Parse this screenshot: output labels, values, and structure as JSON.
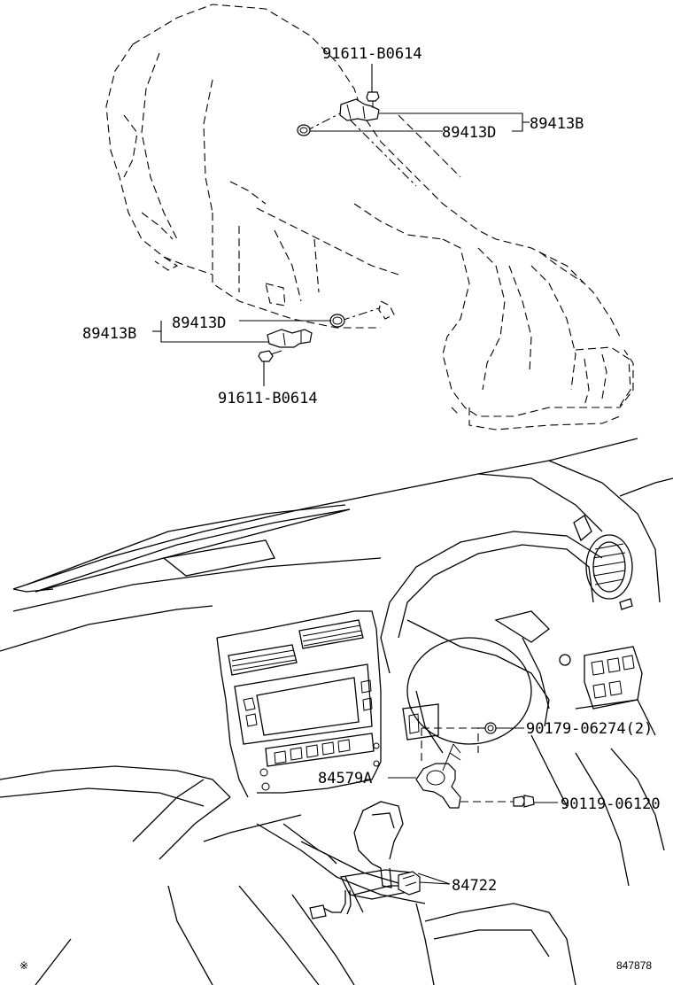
{
  "labels": {
    "bolt_top": "91611-B0614",
    "sensor_top_d": "89413D",
    "sensor_top_b": "89413B",
    "sensor_mid_d": "89413D",
    "sensor_mid_b": "89413B",
    "bolt_mid": "91611-B0614",
    "nut": "90179-06274(2)",
    "bracket": "84579A",
    "screw": "90119-06120",
    "switch": "84722",
    "corner_mark": "※",
    "figure_code": "847878"
  }
}
